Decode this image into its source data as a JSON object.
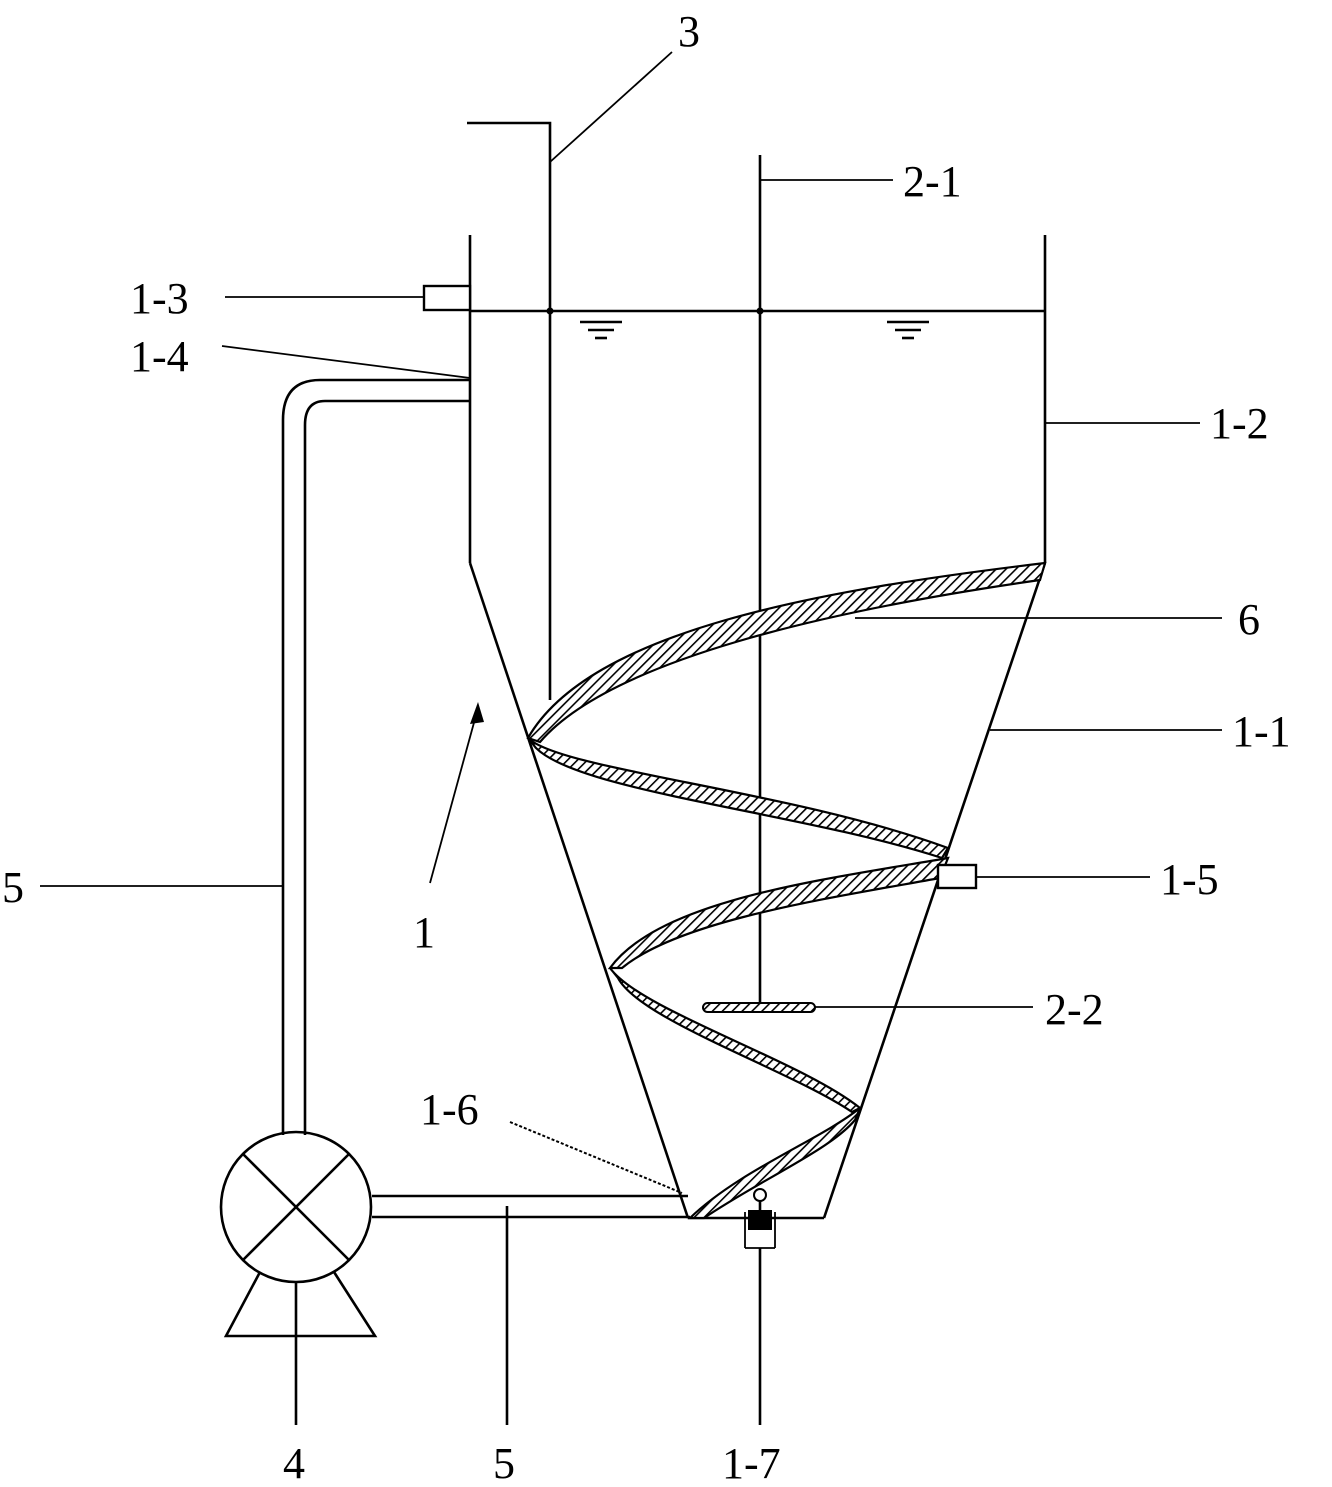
{
  "figure": {
    "labels": {
      "l1": "1",
      "l1_1": "1-1",
      "l1_2": "1-2",
      "l1_3": "1-3",
      "l1_4": "1-4",
      "l1_5": "1-5",
      "l1_6": "1-6",
      "l1_7": "1-7",
      "l2_1": "2-1",
      "l2_2": "2-2",
      "l3": "3",
      "l4": "4",
      "l5_left": "5",
      "l5_bottom": "5",
      "l6": "6"
    },
    "colors": {
      "ink": "#000000",
      "paper": "#ffffff"
    }
  }
}
